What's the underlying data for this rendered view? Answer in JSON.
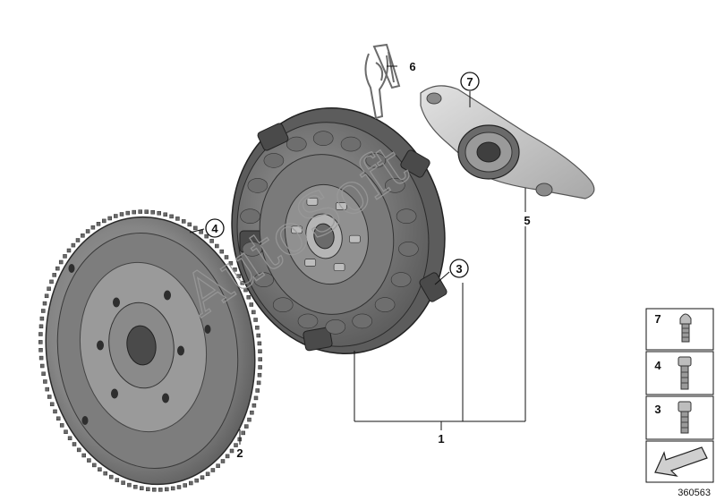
{
  "diagram": {
    "callouts": [
      {
        "id": "callout-1",
        "label": "1",
        "circled": false
      },
      {
        "id": "callout-2",
        "label": "2",
        "circled": false
      },
      {
        "id": "callout-3",
        "label": "3",
        "circled": true
      },
      {
        "id": "callout-4",
        "label": "4",
        "circled": true
      },
      {
        "id": "callout-5",
        "label": "5",
        "circled": false
      },
      {
        "id": "callout-6",
        "label": "6",
        "circled": false
      },
      {
        "id": "callout-7",
        "label": "7",
        "circled": true
      }
    ],
    "legend": [
      {
        "label": "7",
        "icon": "cap-bolt-icon"
      },
      {
        "label": "4",
        "icon": "hex-socket-bolt-icon"
      },
      {
        "label": "3",
        "icon": "socket-bolt-icon"
      }
    ],
    "watermark": "AutoSoft",
    "drawing_number": "360563",
    "colors": {
      "metal_dark": "#6b6b6b",
      "metal_mid": "#8f8f8f",
      "metal_light": "#c4c4c4",
      "line": "#1a1a1a"
    }
  }
}
